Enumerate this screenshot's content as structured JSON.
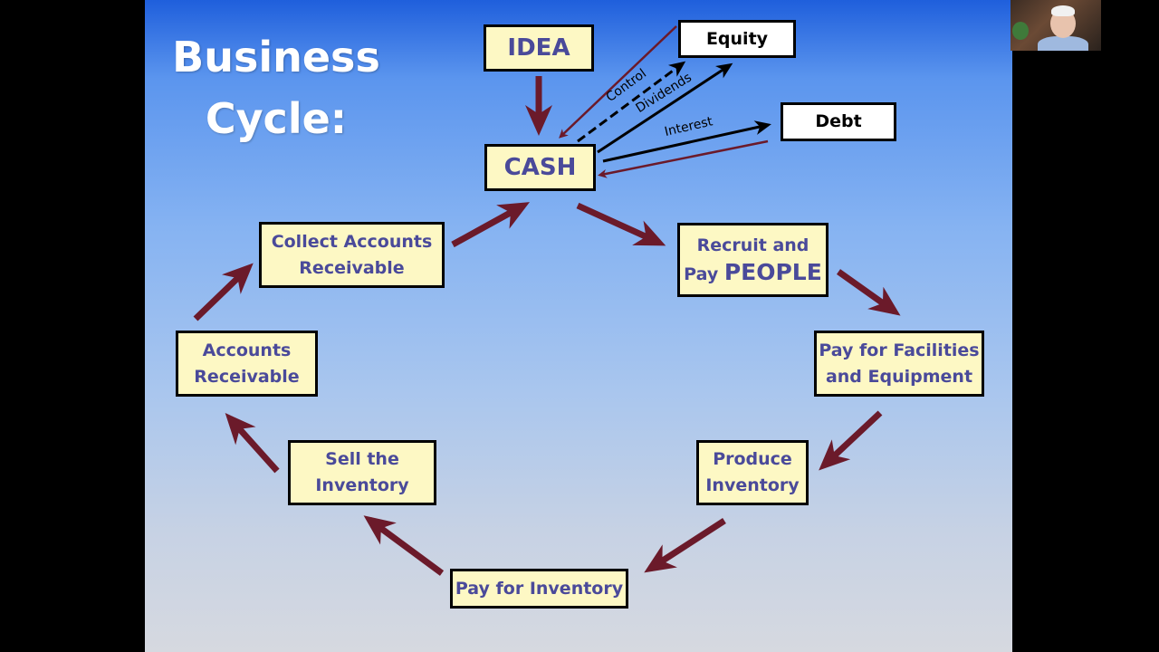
{
  "slide": {
    "title_line1": "Business",
    "title_line2": "Cycle:"
  },
  "nodes": {
    "idea": "IDEA",
    "cash": "CASH",
    "equity": "Equity",
    "debt": "Debt",
    "recruit_line1": "Recruit and",
    "recruit_line2_prefix": "Pay ",
    "recruit_line2_emph": "PEOPLE",
    "facilities_line1": "Pay for Facilities",
    "facilities_line2": "and Equipment",
    "produce_line1": "Produce",
    "produce_line2": "Inventory",
    "pay_inventory": "Pay for Inventory",
    "sell_line1": "Sell the",
    "sell_line2": "Inventory",
    "ar_line1": "Accounts",
    "ar_line2": "Receivable",
    "collect_line1": "Collect Accounts",
    "collect_line2": "Receivable"
  },
  "edge_labels": {
    "control": "Control",
    "dividends": "Dividends",
    "interest": "Interest"
  },
  "colors": {
    "cycle_arrow": "#6b1a2a",
    "black_arrow": "#000000",
    "box_fill": "#fdf8c4",
    "box_text": "#4a4a9a"
  },
  "webcam": {
    "icon": "presenter-video-thumbnail"
  }
}
